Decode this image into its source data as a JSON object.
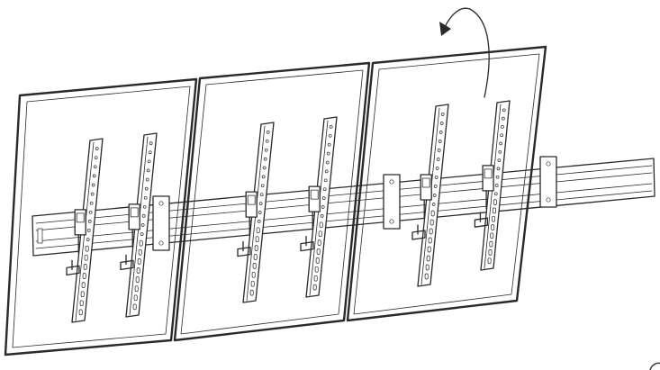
{
  "diagram": {
    "panel_count": 3,
    "brackets_per_panel": 2,
    "rail_clips_visible": 3,
    "arrow_icon": "curved-arrow-icon",
    "line_color": "#2a2a2a",
    "background_color": "#ffffff"
  }
}
